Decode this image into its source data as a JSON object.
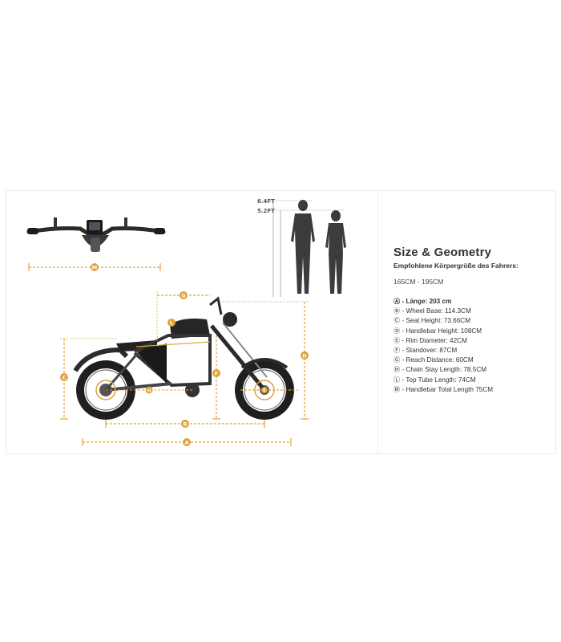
{
  "title": "Size & Geometry",
  "subtitle": "Empfohlene Körpergröße des Fahrers:",
  "height_range": "165CM - 195CM",
  "height_marks": [
    "6.4FT",
    "5.2FT"
  ],
  "specs": [
    {
      "text": "Ⓐ - Länge: 203 cm",
      "bold": true
    },
    {
      "text": "Ⓑ - Wheel Base: 114.3CM"
    },
    {
      "text": "Ⓒ - Seat Height:  73.66CM"
    },
    {
      "text": "Ⓓ - Handlebar Height: 108CM"
    },
    {
      "text": "Ⓔ - Rim Diameter: 42CM"
    },
    {
      "text": "Ⓕ - Standover: 87CM"
    },
    {
      "text": "Ⓖ - Reach Distance:  60CM"
    },
    {
      "text": "Ⓗ - Chain Stay Length: 78.5CM"
    },
    {
      "text": "Ⓛ - Top Tube Length:  74CM"
    },
    {
      "text": "Ⓜ - Handlebar Total Length  75CM"
    }
  ],
  "dimension_letters": {
    "a": "A",
    "b": "B",
    "c": "C",
    "d": "D",
    "e": "E",
    "f": "F",
    "g": "G",
    "h": "H",
    "l": "L",
    "m": "M"
  },
  "colors": {
    "accent": "#e0a23a",
    "frame": "#2b2b2b",
    "text": "#333333"
  }
}
